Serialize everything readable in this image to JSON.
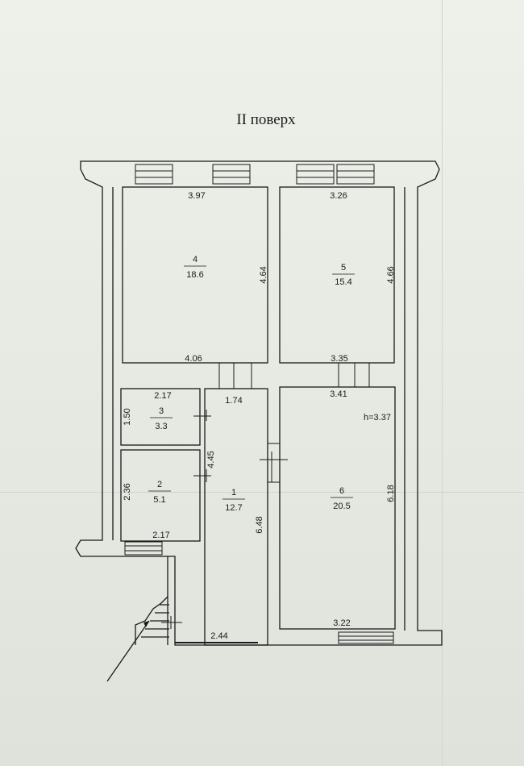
{
  "title": "II поверх",
  "ceiling_height": "h=3.37",
  "rooms": [
    {
      "number": "4",
      "area": "18.6",
      "dims": [
        "3.97",
        "4.64",
        "4.06"
      ]
    },
    {
      "number": "5",
      "area": "15.4",
      "dims": [
        "3.26",
        "4.66",
        "3.35"
      ]
    },
    {
      "number": "3",
      "area": "3.3",
      "dims": [
        "2.17",
        "1.50"
      ]
    },
    {
      "number": "2",
      "area": "5.1",
      "dims": [
        "2.36",
        "2.17"
      ]
    },
    {
      "number": "1",
      "area": "12.7",
      "dims": [
        "1.74",
        "4.45",
        "6.48",
        "2.44"
      ]
    },
    {
      "number": "6",
      "area": "20.5",
      "dims": [
        "3.41",
        "6.18",
        "3.22"
      ]
    }
  ],
  "colors": {
    "ink": "#1a1a1a",
    "paper": "#eef0ea",
    "grid": "#cfd6cf"
  }
}
